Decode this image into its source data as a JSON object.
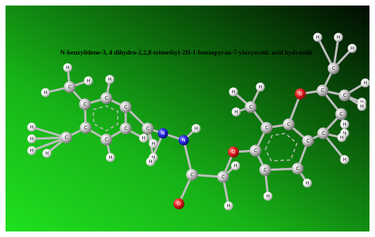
{
  "figure": {
    "title": "N-benzylidene-3, 4 dihydro-2,2,8-trimethyl-2H-1-benzopyran-7-yloxyacetic acid hydrazide"
  },
  "colors": {
    "background_light": "#1bd81b",
    "background_dark": "#021302",
    "carbon": "#c8c8c8",
    "hydrogen": "#f2f2f2",
    "nitrogen": "#2a2ae8",
    "oxygen": "#e82020",
    "bond": "#bdbdbd"
  },
  "atoms": [
    {
      "id": "h1",
      "element": "H",
      "label": "H"
    },
    {
      "id": "c1",
      "element": "C",
      "label": "C"
    },
    {
      "id": "h2",
      "element": "H",
      "label": "H"
    },
    {
      "id": "h3",
      "element": "H",
      "label": "H"
    },
    {
      "id": "c2",
      "element": "C",
      "label": "C"
    },
    {
      "id": "h4",
      "element": "H",
      "label": "H"
    },
    {
      "id": "c3",
      "element": "C",
      "label": "C"
    },
    {
      "id": "c4",
      "element": "C",
      "label": "C"
    },
    {
      "id": "c5",
      "element": "C",
      "label": "C"
    },
    {
      "id": "h5",
      "element": "H",
      "label": "H"
    },
    {
      "id": "c6",
      "element": "C",
      "label": "C"
    },
    {
      "id": "h6",
      "element": "H",
      "label": "H"
    },
    {
      "id": "c7",
      "element": "C",
      "label": "C"
    },
    {
      "id": "h7",
      "element": "H",
      "label": "H"
    },
    {
      "id": "h8",
      "element": "H",
      "label": "H"
    },
    {
      "id": "h9",
      "element": "H",
      "label": "H"
    },
    {
      "id": "h10",
      "element": "H",
      "label": "H"
    },
    {
      "id": "c8",
      "element": "C",
      "label": "C"
    },
    {
      "id": "h11",
      "element": "H",
      "label": "H"
    },
    {
      "id": "c9",
      "element": "C",
      "label": "C"
    },
    {
      "id": "h12",
      "element": "H",
      "label": "H"
    },
    {
      "id": "h13",
      "element": "H",
      "label": "H"
    },
    {
      "id": "n1",
      "element": "N",
      "label": "N"
    },
    {
      "id": "n2",
      "element": "N",
      "label": "N"
    },
    {
      "id": "h14",
      "element": "H",
      "label": "H"
    },
    {
      "id": "c10",
      "element": "C",
      "label": "C"
    },
    {
      "id": "o1",
      "element": "O",
      "label": "O"
    },
    {
      "id": "c11",
      "element": "C",
      "label": "C"
    },
    {
      "id": "h15",
      "element": "H",
      "label": "H"
    },
    {
      "id": "h16",
      "element": "H",
      "label": "H"
    },
    {
      "id": "o2",
      "element": "O",
      "label": "O"
    },
    {
      "id": "c12",
      "element": "C",
      "label": "C"
    },
    {
      "id": "c13",
      "element": "C",
      "label": "C"
    },
    {
      "id": "h17",
      "element": "H",
      "label": "H"
    },
    {
      "id": "c14",
      "element": "C",
      "label": "C"
    },
    {
      "id": "h18",
      "element": "H",
      "label": "H"
    },
    {
      "id": "c15",
      "element": "C",
      "label": "C"
    },
    {
      "id": "c16",
      "element": "C",
      "label": "C"
    },
    {
      "id": "c17",
      "element": "C",
      "label": "C"
    },
    {
      "id": "c18",
      "element": "C",
      "label": "C"
    },
    {
      "id": "h19",
      "element": "H",
      "label": "H"
    },
    {
      "id": "h20",
      "element": "H",
      "label": "H"
    },
    {
      "id": "h21",
      "element": "H",
      "label": "H"
    },
    {
      "id": "o3",
      "element": "O",
      "label": "O"
    },
    {
      "id": "c19",
      "element": "C",
      "label": "C"
    },
    {
      "id": "c20",
      "element": "C",
      "label": "C"
    },
    {
      "id": "h22",
      "element": "H",
      "label": "H"
    },
    {
      "id": "h23",
      "element": "H",
      "label": "H"
    },
    {
      "id": "h24",
      "element": "H",
      "label": "H"
    },
    {
      "id": "c21",
      "element": "C",
      "label": "C"
    },
    {
      "id": "h25",
      "element": "H",
      "label": "H"
    },
    {
      "id": "h26",
      "element": "H",
      "label": "H"
    },
    {
      "id": "h27",
      "element": "H",
      "label": "H"
    },
    {
      "id": "c22",
      "element": "C",
      "label": "C"
    },
    {
      "id": "h28",
      "element": "H",
      "label": "H"
    },
    {
      "id": "h29",
      "element": "H",
      "label": "H"
    },
    {
      "id": "c23",
      "element": "C",
      "label": "C"
    },
    {
      "id": "h30",
      "element": "H",
      "label": "H"
    },
    {
      "id": "h31",
      "element": "H",
      "label": "H"
    }
  ],
  "bonds": [
    [
      "h1",
      "c1"
    ],
    [
      "h2",
      "c1"
    ],
    [
      "h3",
      "c1"
    ],
    [
      "c1",
      "c2"
    ],
    [
      "c2",
      "c3"
    ],
    [
      "c3",
      "h4"
    ],
    [
      "c3",
      "c4"
    ],
    [
      "c4",
      "c5"
    ],
    [
      "c5",
      "c6"
    ],
    [
      "c6",
      "c7"
    ],
    [
      "c7",
      "c2"
    ],
    [
      "c5",
      "h5"
    ],
    [
      "c6",
      "h6"
    ],
    [
      "c7",
      "c8"
    ],
    [
      "c8",
      "h7"
    ],
    [
      "c8",
      "h8"
    ],
    [
      "c8",
      "h9"
    ],
    [
      "c8",
      "h10"
    ],
    [
      "c4",
      "c9"
    ],
    [
      "c9",
      "h11"
    ],
    [
      "c9",
      "h12"
    ],
    [
      "c9",
      "n1"
    ],
    [
      "n1",
      "h13"
    ],
    [
      "n1",
      "n2"
    ],
    [
      "n2",
      "h14"
    ],
    [
      "n2",
      "c10"
    ],
    [
      "c10",
      "o1"
    ],
    [
      "c10",
      "c11"
    ],
    [
      "c11",
      "h15"
    ],
    [
      "c11",
      "h16"
    ],
    [
      "c11",
      "o2"
    ],
    [
      "o2",
      "c12"
    ],
    [
      "c12",
      "c13"
    ],
    [
      "c13",
      "c15"
    ],
    [
      "c15",
      "c16"
    ],
    [
      "c16",
      "c17"
    ],
    [
      "c17",
      "c14"
    ],
    [
      "c14",
      "c12"
    ],
    [
      "c13",
      "c18"
    ],
    [
      "c18",
      "h19"
    ],
    [
      "c18",
      "h20"
    ],
    [
      "c18",
      "h21"
    ],
    [
      "c14",
      "h17"
    ],
    [
      "c17",
      "h18"
    ],
    [
      "c15",
      "o3"
    ],
    [
      "o3",
      "c19"
    ],
    [
      "c19",
      "c20"
    ],
    [
      "c20",
      "h22"
    ],
    [
      "c20",
      "h23"
    ],
    [
      "c20",
      "h24"
    ],
    [
      "c19",
      "c21"
    ],
    [
      "c21",
      "h25"
    ],
    [
      "c21",
      "h26"
    ],
    [
      "c21",
      "h27"
    ],
    [
      "c19",
      "c22"
    ],
    [
      "c22",
      "h28"
    ],
    [
      "c22",
      "h29"
    ],
    [
      "c22",
      "c23"
    ],
    [
      "c23",
      "c16"
    ],
    [
      "c23",
      "h30"
    ],
    [
      "c23",
      "h31"
    ]
  ],
  "rings": [
    {
      "id": "ring-left",
      "members": [
        "c2",
        "c3",
        "c4",
        "c5",
        "c6",
        "c7"
      ]
    },
    {
      "id": "ring-right",
      "members": [
        "c12",
        "c13",
        "c15",
        "c16",
        "c17",
        "c14"
      ]
    }
  ]
}
